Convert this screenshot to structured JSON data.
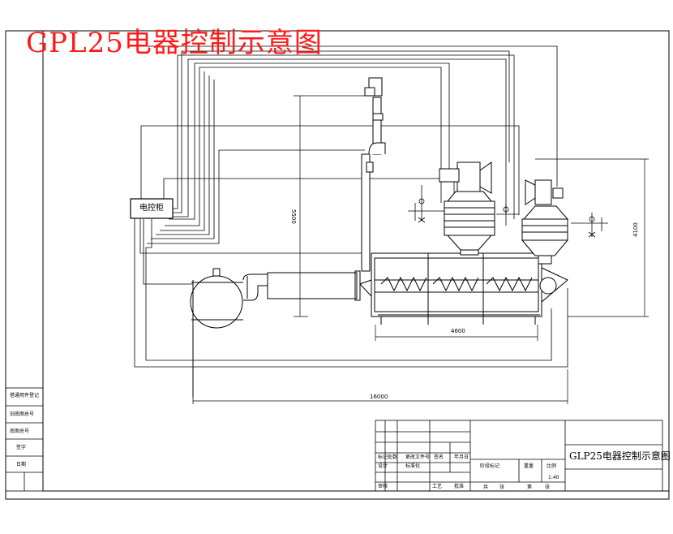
{
  "title": "GPL25电器控制示意图",
  "control_box_label": "电控柜",
  "dimensions": {
    "height_left": "5500",
    "height_right": "4100",
    "width_mid": "4600",
    "width_total": "16000"
  },
  "title_block": {
    "drawing_title": "GLP25电器控制示意图",
    "scale": "1:40",
    "signature_cells": [
      "标记",
      "处数",
      "更改文件号",
      "签名",
      "年月日",
      "设计",
      "标准化",
      "审核",
      "工艺",
      "批准"
    ],
    "stage_cells": [
      "阶段标记",
      "重量",
      "比例",
      "共",
      "张",
      "第",
      "张"
    ],
    "side_cells": [
      "借通用件登记",
      "旧底图总号",
      "底图总号",
      "签字",
      "日期"
    ]
  }
}
